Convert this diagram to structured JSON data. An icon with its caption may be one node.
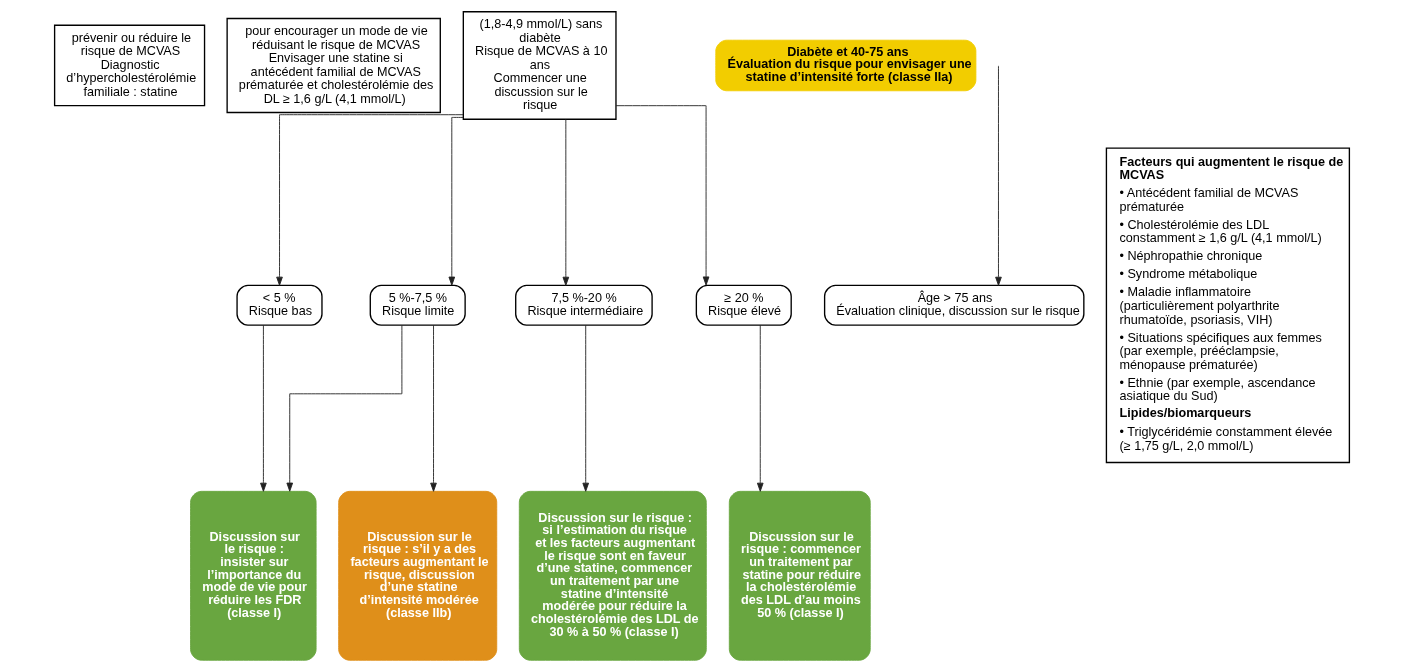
{
  "diagram": {
    "nodes": [
      {
        "text": [
          "prévenir ou réduire le risque de MCVAS",
          "Diagnostic d’hypercholestérolémie familiale : statine"
        ]
      },
      {
        "text": [
          "pour encourager un mode de vie réduisant le risque de MCVAS",
          "Envisager une statine si antécédent familial de MCVAS prématurée et cholestérolémie des DL ≥ 1,6 g/L (4,1 mmol/L)"
        ]
      },
      {
        "text": [
          "(1,8-4,9 mmol/L) sans diabète",
          "Risque de MCVAS à 10 ans",
          "Commencer une discussion sur le risque"
        ]
      },
      {
        "text": [
          "Diabète et 40-75 ans",
          "Évaluation du risque pour envisager une statine d’intensité forte (classe IIa)"
        ]
      },
      {
        "text": [
          "Âge > 75 ans",
          "Évaluation clinique, discussion sur le risque"
        ]
      },
      {
        "text": [
          "< 5 %",
          "Risque bas"
        ]
      },
      {
        "text": [
          "5 %-7,5 %",
          "Risque limite"
        ]
      },
      {
        "text": [
          "7,5 %-20 %",
          "Risque intermédiaire"
        ]
      },
      {
        "text": [
          "≥ 20 %",
          "Risque élevé"
        ]
      },
      {
        "text": [
          "Discussion sur le risque : insister sur l’importance du mode de vie pour réduire les FDR (classe I)"
        ]
      },
      {
        "text": [
          "Discussion sur le risque : s’il y a des facteurs augmentant le risque, discussion d’une statine d’intensité modérée (classe IIb)"
        ]
      },
      {
        "text": [
          "Discussion sur le risque : si l’estimation du risque et les facteurs augmentant le risque sont en faveur d’une statine, commencer un traitement par une statine d’intensité modérée pour réduire la cholestérolémie des LDL de 30 % à 50 % (classe I)"
        ]
      },
      {
        "text": [
          "Discussion sur le risque : commencer un traitement par statine pour réduire la cholestérolémie des LDL d’au moins 50 % (classe I)"
        ]
      },
      {
        "text": [
          "Facteurs qui augmentent le risque de MCVAS",
          "• Antécédent familial de MCVAS prématurée",
          "• Cholestérolémie des LDL constamment ≥ 1,6 g/L (4,1 mmol/L)",
          "• Néphropathie chronique",
          "• Syndrome métabolique",
          "• Maladie inflammatoire (particulièrement polyarthrite rhumatoïde, psoriasis, VIH)",
          "• Situations spécifiques aux femmes (par exemple, prééclampsie, ménopause prématurée)",
          "• Ethnie (par exemple, ascendance asiatique du Sud)",
          "Lipides/biomarqueurs",
          "• Triglycéridémie constamment élevée (≥ 1,75 g/L, 2,0 mmol/L)"
        ]
      }
    ],
    "edges": [
      {
        "from": null,
        "to": 4,
        "arrow": "to"
      },
      {
        "from": 2,
        "to": 5,
        "arrow": "to"
      },
      {
        "from": 2,
        "to": 6,
        "arrow": "to"
      },
      {
        "from": 2,
        "to": 7,
        "arrow": "to"
      },
      {
        "from": 2,
        "to": 8,
        "arrow": "to"
      },
      {
        "from": 5,
        "to": 9,
        "arrow": "to"
      },
      {
        "from": 6,
        "to": 9,
        "arrow": "to"
      },
      {
        "from": 6,
        "to": 10,
        "arrow": "to"
      },
      {
        "from": 7,
        "to": 11,
        "arrow": "to"
      },
      {
        "from": 8,
        "to": 12,
        "arrow": "to"
      }
    ]
  }
}
